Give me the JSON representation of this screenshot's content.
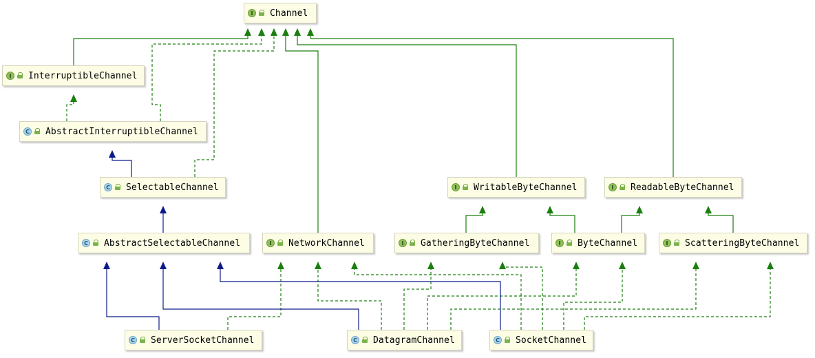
{
  "nodes": [
    {
      "id": "Channel",
      "label": "Channel",
      "kind": "interface",
      "kind_letter": "I"
    },
    {
      "id": "InterruptibleChannel",
      "label": "InterruptibleChannel",
      "kind": "interface",
      "kind_letter": "I"
    },
    {
      "id": "AbstractInterruptibleChannel",
      "label": "AbstractInterruptibleChannel",
      "kind": "class",
      "kind_letter": "C"
    },
    {
      "id": "SelectableChannel",
      "label": "SelectableChannel",
      "kind": "class",
      "kind_letter": "C"
    },
    {
      "id": "AbstractSelectableChannel",
      "label": "AbstractSelectableChannel",
      "kind": "class",
      "kind_letter": "C"
    },
    {
      "id": "NetworkChannel",
      "label": "NetworkChannel",
      "kind": "interface",
      "kind_letter": "I"
    },
    {
      "id": "WritableByteChannel",
      "label": "WritableByteChannel",
      "kind": "interface",
      "kind_letter": "I"
    },
    {
      "id": "ReadableByteChannel",
      "label": "ReadableByteChannel",
      "kind": "interface",
      "kind_letter": "I"
    },
    {
      "id": "GatheringByteChannel",
      "label": "GatheringByteChannel",
      "kind": "interface",
      "kind_letter": "I"
    },
    {
      "id": "ByteChannel",
      "label": "ByteChannel",
      "kind": "interface",
      "kind_letter": "I"
    },
    {
      "id": "ScatteringByteChannel",
      "label": "ScatteringByteChannel",
      "kind": "interface",
      "kind_letter": "I"
    },
    {
      "id": "ServerSocketChannel",
      "label": "ServerSocketChannel",
      "kind": "class",
      "kind_letter": "C"
    },
    {
      "id": "DatagramChannel",
      "label": "DatagramChannel",
      "kind": "class",
      "kind_letter": "C"
    },
    {
      "id": "SocketChannel",
      "label": "SocketChannel",
      "kind": "class",
      "kind_letter": "C"
    }
  ],
  "edges": [
    {
      "from": "InterruptibleChannel",
      "to": "Channel",
      "type": "extends-interface"
    },
    {
      "from": "AbstractInterruptibleChannel",
      "to": "InterruptibleChannel",
      "type": "implements"
    },
    {
      "from": "AbstractInterruptibleChannel",
      "to": "Channel",
      "type": "implements"
    },
    {
      "from": "SelectableChannel",
      "to": "AbstractInterruptibleChannel",
      "type": "extends-class"
    },
    {
      "from": "SelectableChannel",
      "to": "Channel",
      "type": "implements"
    },
    {
      "from": "NetworkChannel",
      "to": "Channel",
      "type": "extends-interface"
    },
    {
      "from": "WritableByteChannel",
      "to": "Channel",
      "type": "extends-interface"
    },
    {
      "from": "ReadableByteChannel",
      "to": "Channel",
      "type": "extends-interface"
    },
    {
      "from": "AbstractSelectableChannel",
      "to": "SelectableChannel",
      "type": "extends-class"
    },
    {
      "from": "GatheringByteChannel",
      "to": "WritableByteChannel",
      "type": "extends-interface"
    },
    {
      "from": "ByteChannel",
      "to": "WritableByteChannel",
      "type": "extends-interface"
    },
    {
      "from": "ByteChannel",
      "to": "ReadableByteChannel",
      "type": "extends-interface"
    },
    {
      "from": "ScatteringByteChannel",
      "to": "ReadableByteChannel",
      "type": "extends-interface"
    },
    {
      "from": "ServerSocketChannel",
      "to": "AbstractSelectableChannel",
      "type": "extends-class"
    },
    {
      "from": "ServerSocketChannel",
      "to": "NetworkChannel",
      "type": "implements"
    },
    {
      "from": "DatagramChannel",
      "to": "AbstractSelectableChannel",
      "type": "extends-class"
    },
    {
      "from": "DatagramChannel",
      "to": "NetworkChannel",
      "type": "implements"
    },
    {
      "from": "DatagramChannel",
      "to": "GatheringByteChannel",
      "type": "implements"
    },
    {
      "from": "DatagramChannel",
      "to": "ByteChannel",
      "type": "implements"
    },
    {
      "from": "DatagramChannel",
      "to": "ScatteringByteChannel",
      "type": "implements"
    },
    {
      "from": "SocketChannel",
      "to": "AbstractSelectableChannel",
      "type": "extends-class"
    },
    {
      "from": "SocketChannel",
      "to": "NetworkChannel",
      "type": "implements"
    },
    {
      "from": "SocketChannel",
      "to": "GatheringByteChannel",
      "type": "implements"
    },
    {
      "from": "SocketChannel",
      "to": "ByteChannel",
      "type": "implements"
    },
    {
      "from": "SocketChannel",
      "to": "ScatteringByteChannel",
      "type": "implements"
    }
  ],
  "colors": {
    "extends_interface": "#1a7f0e",
    "implements": "#1a7f0e",
    "extends_class": "#0c1a8a",
    "node_background": "#fdfde6",
    "node_border": "#d4d4be"
  }
}
